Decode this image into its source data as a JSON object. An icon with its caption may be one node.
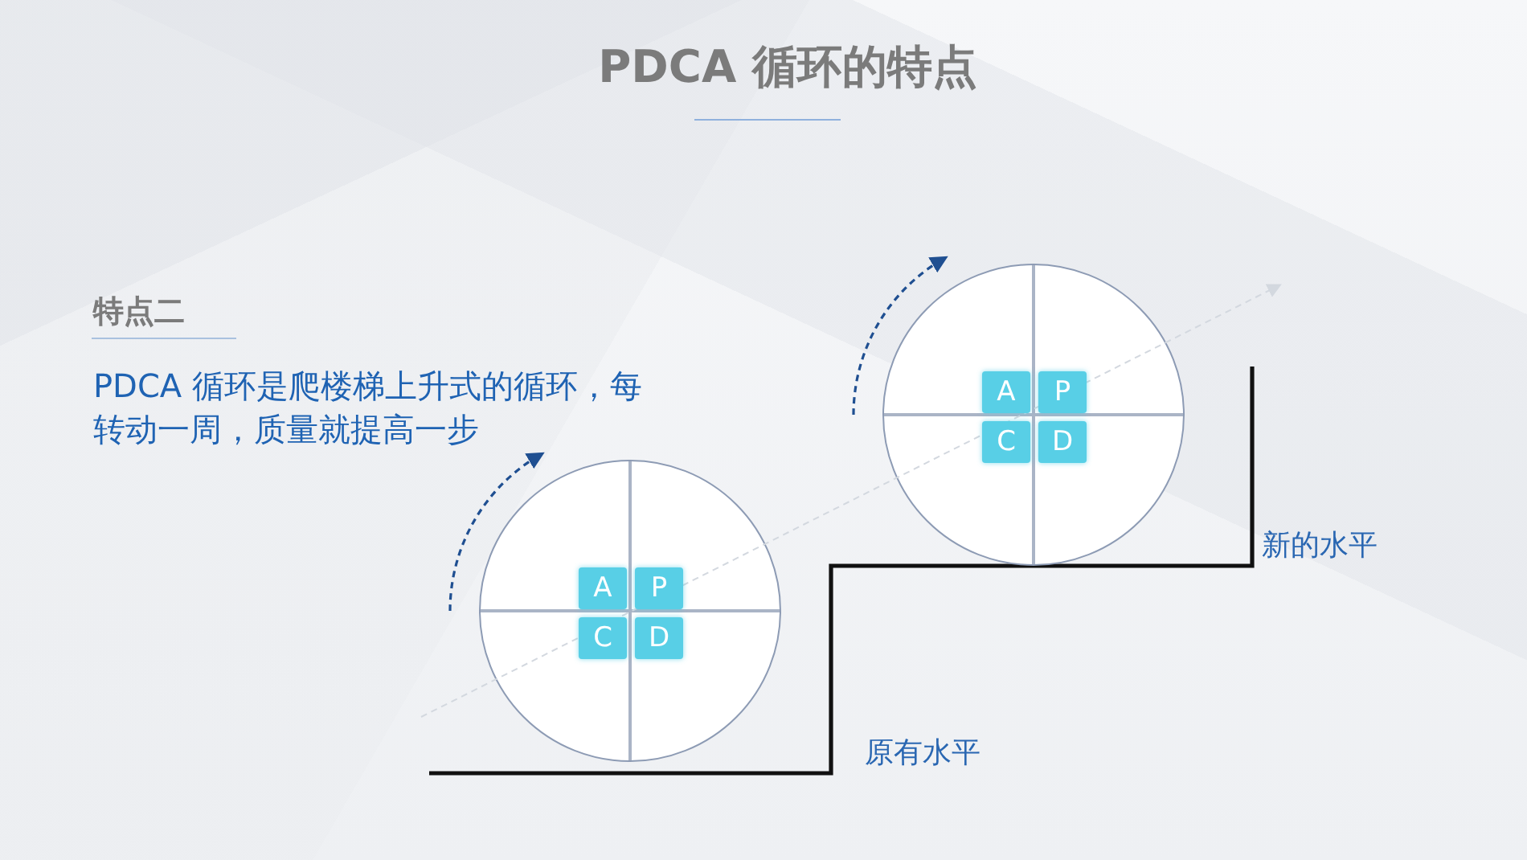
{
  "diagram": {
    "title": "PDCA 循环的特点",
    "nodes": [
      {
        "text": [],
        "shape": "circle"
      },
      {
        "text": [
          "A"
        ],
        "in": 0
      },
      {
        "text": [
          "P"
        ],
        "in": 0
      },
      {
        "text": [
          "C"
        ],
        "in": 0
      },
      {
        "text": [
          "D"
        ],
        "in": 0
      },
      {
        "text": [],
        "shape": "circle"
      },
      {
        "text": [
          "A"
        ],
        "in": 5
      },
      {
        "text": [
          "P"
        ],
        "in": 5
      },
      {
        "text": [
          "C"
        ],
        "in": 5
      },
      {
        "text": [
          "D"
        ],
        "in": 5
      }
    ],
    "labels": [
      "特点二",
      "PDCA 循环是爬楼梯上升式的循环，每转动一周，质量就提高一步",
      "新的水平",
      "原有水平"
    ]
  }
}
